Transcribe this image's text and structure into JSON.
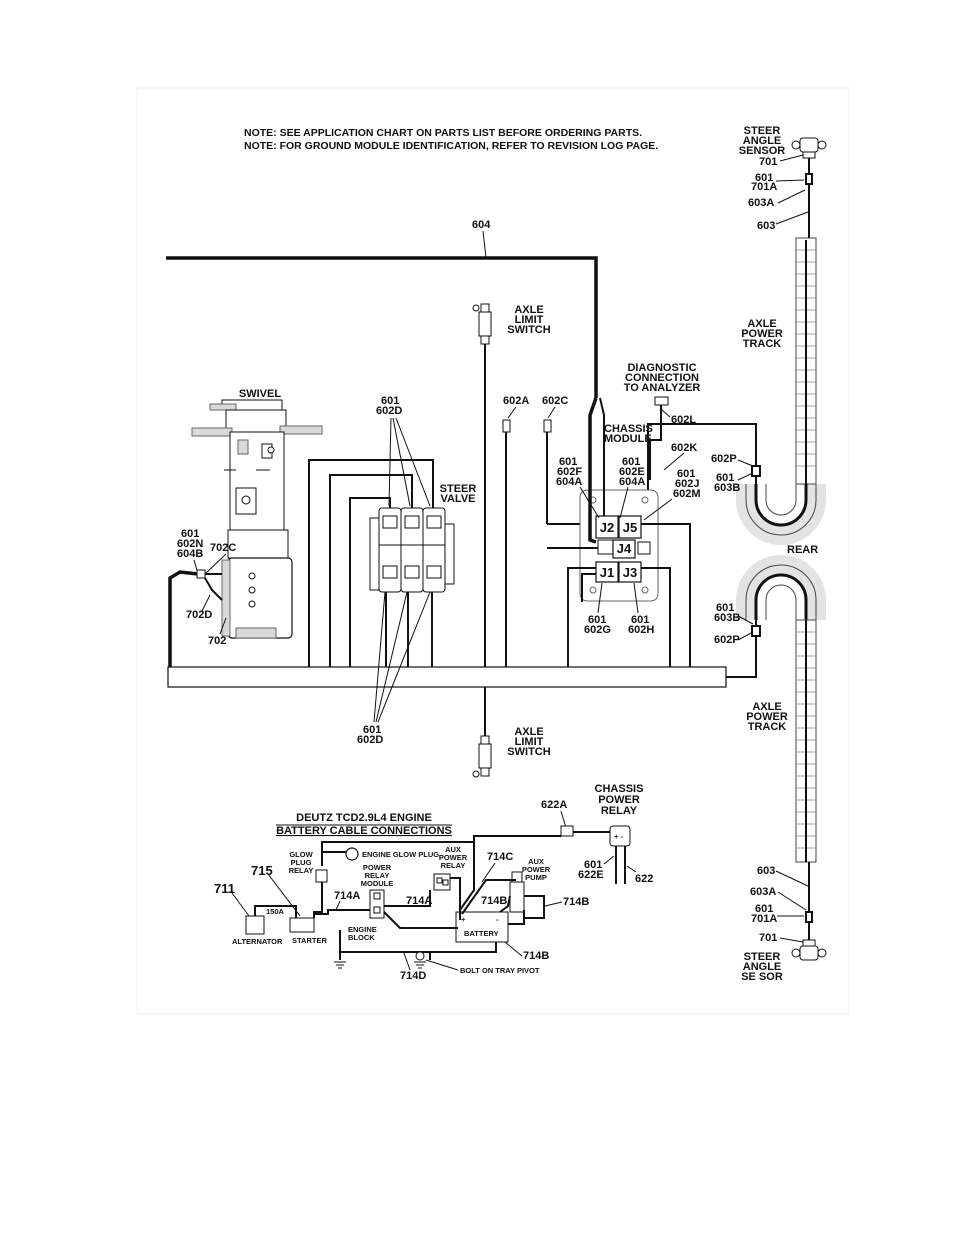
{
  "notes": [
    "NOTE: SEE APPLICATION CHART ON PARTS LIST BEFORE ORDERING PARTS.",
    "NOTE: FOR GROUND MODULE IDENTIFICATION, REFER TO REVISION LOG PAGE."
  ],
  "components": {
    "steer_sensor_top": [
      "STEER",
      "ANGLE",
      "SENSOR"
    ],
    "steer_sensor_bottom": [
      "STEER",
      "ANGLE",
      "SE  SOR"
    ],
    "axle_track_top": [
      "AXLE",
      "POWER",
      "TRACK"
    ],
    "axle_track_bottom": [
      "AXLE",
      "POWER",
      "TRACK"
    ],
    "axle_switch_top": [
      "AXLE",
      "LIMIT",
      "SWITCH"
    ],
    "axle_switch_bottom": [
      "AXLE",
      "LIMIT",
      "SWITCH"
    ],
    "diagnostic": [
      "DIAGNOSTIC",
      "CONNECTION",
      "TO ANALYZER"
    ],
    "chassis_module": [
      "CHASSIS",
      "MODULE"
    ],
    "steer_valve": [
      "STEER",
      "VALVE"
    ],
    "swivel": "SWIVEL",
    "rear": "REAR",
    "chassis_power_relay": [
      "CHASSIS",
      "POWER",
      "RELAY"
    ],
    "connectors": {
      "j1": "J1",
      "j2": "J2",
      "j3": "J3",
      "j4": "J4",
      "j5": "J5"
    }
  },
  "wires": {
    "w604": "604",
    "sensor_top": {
      "w701": "701",
      "w601_701a": [
        "601",
        "701A"
      ],
      "w603a": "603A",
      "w603": "603"
    },
    "sensor_bottom": {
      "w603": "603",
      "w603a": "603A",
      "w601_701a": [
        "601",
        "701A"
      ],
      "w701": "701"
    },
    "w602l": "602L",
    "w602k": "602K",
    "w602a": "602A",
    "w602c": "602C",
    "w602p_top": "602P",
    "w601_603b_top": [
      "601",
      "603B"
    ],
    "w601_603b_bottom": [
      "601",
      "603B"
    ],
    "w602p_bottom": "602P",
    "j2_group": [
      "601",
      "602F",
      "604A"
    ],
    "j4_group": [
      "601",
      "602E",
      "604A"
    ],
    "j5_group": [
      "601",
      "602J",
      "602M"
    ],
    "j1_group": [
      "601",
      "602G"
    ],
    "j3_group": [
      "601",
      "602H"
    ],
    "valve_top": [
      "601",
      "602D"
    ],
    "valve_bottom": [
      "601",
      "602D"
    ],
    "swivel_group": [
      "601",
      "602N",
      "604B"
    ],
    "w702c": "702C",
    "w702d": "702D",
    "w702": "702",
    "w622a": "622A",
    "w601_622e": [
      "601",
      "622E"
    ],
    "w622": "622"
  },
  "engine": {
    "title": [
      "DEUTZ  TCD2.9L4 ENGINE",
      "BATTERY CABLE CONNECTIONS"
    ],
    "glow_plug_relay": [
      "GLOW",
      "PLUG",
      "RELAY"
    ],
    "engine_glow_plug": "ENGINE GLOW PLUG",
    "power_relay_module": [
      "POWER",
      "RELAY",
      "MODULE"
    ],
    "aux_power_relay": [
      "AUX",
      "POWER",
      "RELAY"
    ],
    "aux_power_pump": [
      "AUX",
      "POWER",
      "PUMP"
    ],
    "alternator": "ALTERNATOR",
    "starter": "STARTER",
    "engine_block": [
      "ENGINE",
      "BLOCK"
    ],
    "battery": "BATTERY",
    "bolt_on_tray": "BOLT ON TRAY PIVOT",
    "w715": "715",
    "w711": "711",
    "w150a": "150A",
    "w714a_1": "714A",
    "w714a_2": "714A",
    "w714c": "714C",
    "w714b_1": "714B",
    "w714b_2": "714B",
    "w714b_3": "714B",
    "w714d": "714D"
  }
}
